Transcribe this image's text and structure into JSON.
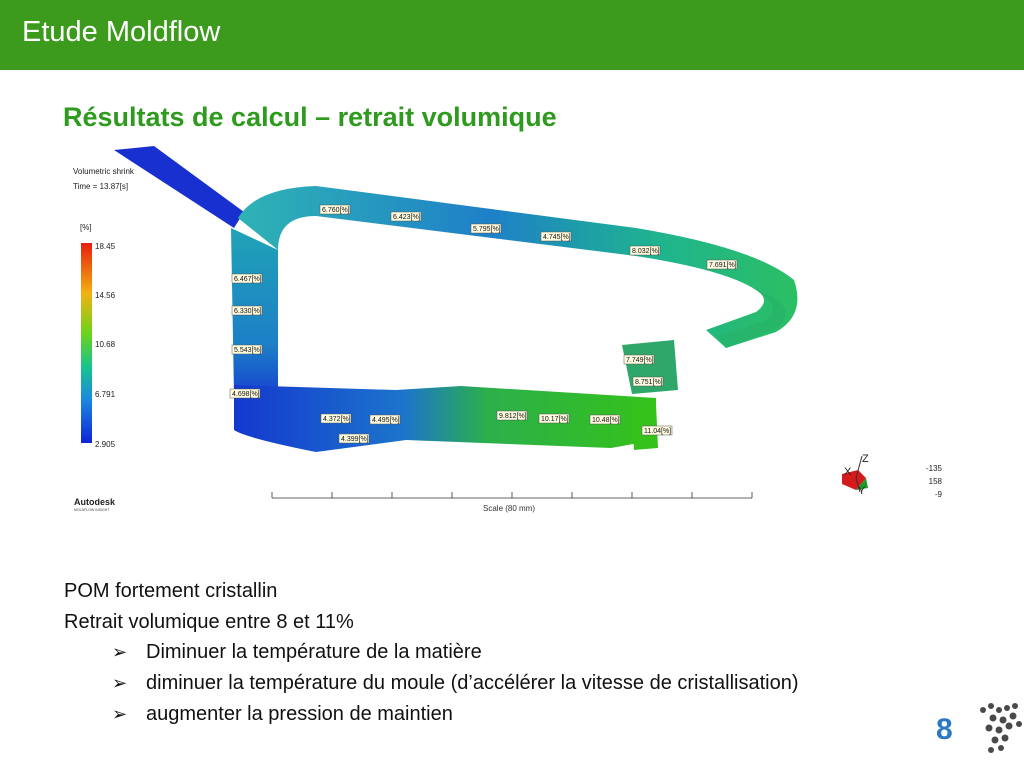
{
  "header": {
    "title": "Etude Moldflow"
  },
  "subtitle": "Résultats de calcul – retrait volumique",
  "simulation": {
    "result_label": "Volumetric shrink",
    "time_label": "Time = 13.87[s]",
    "unit": "[%]",
    "legend_values": [
      "18.45",
      "14.56",
      "10.68",
      "6.791",
      "2.905"
    ],
    "brand": "Autodesk",
    "brand_sub": "MOLDFLOW INSIGHT",
    "scale_label": "Scale (80 mm)",
    "axes": {
      "z": "Z",
      "x": "X",
      "y": "Y"
    },
    "rotation": [
      "-135",
      "158",
      "-9"
    ],
    "probes": [
      "6.760[%]",
      "6.423[%]",
      "5.795[%]",
      "4.745[%]",
      "8.032[%]",
      "7.691[%]",
      "6.467[%]",
      "6.330[%]",
      "5.543[%]",
      "4.698[%]",
      "4.372[%]",
      "4.495[%]",
      "4.399[%]",
      "9.812[%]",
      "10.17[%]",
      "10.48[%]",
      "11.04[%]",
      "7.749[%]",
      "8.751[%]"
    ]
  },
  "body": {
    "line1": "POM fortement cristallin",
    "line2": "Retrait volumique entre 8 et 11%",
    "bullets": [
      "Diminuer la température de la matière",
      "diminuer la température du moule (d’accélérer la vitesse de cristallisation)",
      "augmenter la pression de maintien"
    ]
  },
  "page_number": "8"
}
